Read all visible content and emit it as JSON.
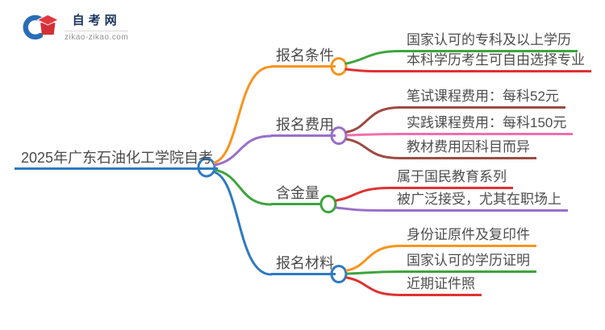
{
  "logo": {
    "site_name": "自考网",
    "site_url": "zikao-zikao.com",
    "brand_navy": "#17335e",
    "brand_blue": "#2a6db5",
    "brand_red": "#e2383f"
  },
  "mindmap": {
    "root": {
      "label": "2025年广东石油化工学院自考",
      "color": "#2E79C2"
    },
    "branches": [
      {
        "label": "报名条件",
        "color": "#F7941E",
        "children": [
          {
            "label": "国家认可的专科及以上学历",
            "color": "#3DA43D"
          },
          {
            "label": "本科学历考生可自由选择专业",
            "color": "#E03131"
          }
        ]
      },
      {
        "label": "报名费用",
        "color": "#9A6FC9",
        "children": [
          {
            "label": "笔试课程费用：每科52元",
            "color": "#9C4B43"
          },
          {
            "label": "实践课程费用：每科150元",
            "color": "#EF6FAD"
          },
          {
            "label": "教材费用因科目而异",
            "color": "#9C4B43"
          }
        ]
      },
      {
        "label": "含金量",
        "color": "#3DA43D",
        "children": [
          {
            "label": "属于国民教育系列",
            "color": "#E03131"
          },
          {
            "label": "被广泛接受，尤其在职场上",
            "color": "#9A6FC9"
          }
        ]
      },
      {
        "label": "报名材料",
        "color": "#2E79C2",
        "children": [
          {
            "label": "身份证原件及复印件",
            "color": "#F7941E"
          },
          {
            "label": "国家认可的学历证明",
            "color": "#3DA43D"
          },
          {
            "label": "近期证件照",
            "color": "#E03131"
          }
        ]
      }
    ]
  }
}
